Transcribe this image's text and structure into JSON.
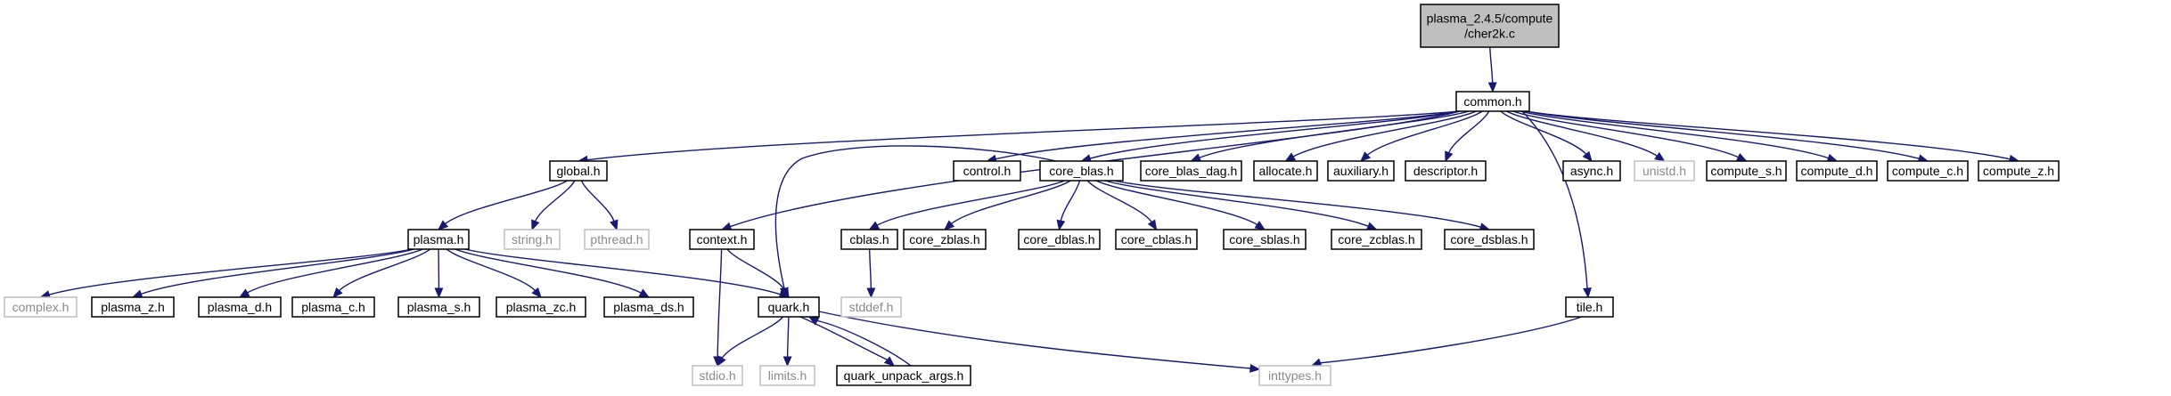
{
  "graph": {
    "nodes": [
      {
        "id": "root",
        "label": "plasma_2.4.5/compute\n/cher2k.c",
        "style": "root"
      },
      {
        "id": "common",
        "label": "common.h",
        "style": "normal"
      },
      {
        "id": "global",
        "label": "global.h",
        "style": "normal"
      },
      {
        "id": "control",
        "label": "control.h",
        "style": "normal"
      },
      {
        "id": "core_blas",
        "label": "core_blas.h",
        "style": "normal"
      },
      {
        "id": "core_blas_dag",
        "label": "core_blas_dag.h",
        "style": "normal"
      },
      {
        "id": "allocate",
        "label": "allocate.h",
        "style": "normal"
      },
      {
        "id": "auxiliary",
        "label": "auxiliary.h",
        "style": "normal"
      },
      {
        "id": "descriptor",
        "label": "descriptor.h",
        "style": "normal"
      },
      {
        "id": "async",
        "label": "async.h",
        "style": "normal"
      },
      {
        "id": "unistd",
        "label": "unistd.h",
        "style": "missing"
      },
      {
        "id": "compute_s",
        "label": "compute_s.h",
        "style": "normal"
      },
      {
        "id": "compute_d",
        "label": "compute_d.h",
        "style": "normal"
      },
      {
        "id": "compute_c",
        "label": "compute_c.h",
        "style": "normal"
      },
      {
        "id": "compute_z",
        "label": "compute_z.h",
        "style": "normal"
      },
      {
        "id": "plasma",
        "label": "plasma.h",
        "style": "normal"
      },
      {
        "id": "string",
        "label": "string.h",
        "style": "missing"
      },
      {
        "id": "pthread",
        "label": "pthread.h",
        "style": "missing"
      },
      {
        "id": "context",
        "label": "context.h",
        "style": "normal"
      },
      {
        "id": "cblas",
        "label": "cblas.h",
        "style": "normal"
      },
      {
        "id": "core_zblas",
        "label": "core_zblas.h",
        "style": "normal"
      },
      {
        "id": "core_dblas",
        "label": "core_dblas.h",
        "style": "normal"
      },
      {
        "id": "core_cblas",
        "label": "core_cblas.h",
        "style": "normal"
      },
      {
        "id": "core_sblas",
        "label": "core_sblas.h",
        "style": "normal"
      },
      {
        "id": "core_zcblas",
        "label": "core_zcblas.h",
        "style": "normal"
      },
      {
        "id": "core_dsblas",
        "label": "core_dsblas.h",
        "style": "normal"
      },
      {
        "id": "complex",
        "label": "complex.h",
        "style": "missing"
      },
      {
        "id": "plasma_z",
        "label": "plasma_z.h",
        "style": "normal"
      },
      {
        "id": "plasma_d",
        "label": "plasma_d.h",
        "style": "normal"
      },
      {
        "id": "plasma_c",
        "label": "plasma_c.h",
        "style": "normal"
      },
      {
        "id": "plasma_s",
        "label": "plasma_s.h",
        "style": "normal"
      },
      {
        "id": "plasma_zc",
        "label": "plasma_zc.h",
        "style": "normal"
      },
      {
        "id": "plasma_ds",
        "label": "plasma_ds.h",
        "style": "normal"
      },
      {
        "id": "quark",
        "label": "quark.h",
        "style": "normal"
      },
      {
        "id": "stddef",
        "label": "stddef.h",
        "style": "missing"
      },
      {
        "id": "tile",
        "label": "tile.h",
        "style": "normal"
      },
      {
        "id": "stdio",
        "label": "stdio.h",
        "style": "missing"
      },
      {
        "id": "limits",
        "label": "limits.h",
        "style": "missing"
      },
      {
        "id": "quark_unpack_args",
        "label": "quark_unpack_args.h",
        "style": "normal"
      },
      {
        "id": "inttypes",
        "label": "inttypes.h",
        "style": "missing"
      }
    ],
    "edges": [
      [
        "root",
        "common"
      ],
      [
        "common",
        "global"
      ],
      [
        "common",
        "control"
      ],
      [
        "common",
        "core_blas"
      ],
      [
        "common",
        "core_blas_dag"
      ],
      [
        "common",
        "allocate"
      ],
      [
        "common",
        "auxiliary"
      ],
      [
        "common",
        "descriptor"
      ],
      [
        "common",
        "async"
      ],
      [
        "common",
        "unistd"
      ],
      [
        "common",
        "compute_s"
      ],
      [
        "common",
        "compute_d"
      ],
      [
        "common",
        "compute_c"
      ],
      [
        "common",
        "compute_z"
      ],
      [
        "common",
        "context"
      ],
      [
        "common",
        "tile"
      ],
      [
        "global",
        "plasma"
      ],
      [
        "global",
        "string"
      ],
      [
        "global",
        "pthread"
      ],
      [
        "core_blas",
        "cblas"
      ],
      [
        "core_blas",
        "core_zblas"
      ],
      [
        "core_blas",
        "core_dblas"
      ],
      [
        "core_blas",
        "core_cblas"
      ],
      [
        "core_blas",
        "core_sblas"
      ],
      [
        "core_blas",
        "core_zcblas"
      ],
      [
        "core_blas",
        "core_dsblas"
      ],
      [
        "core_blas",
        "quark"
      ],
      [
        "plasma",
        "complex"
      ],
      [
        "plasma",
        "plasma_z"
      ],
      [
        "plasma",
        "plasma_d"
      ],
      [
        "plasma",
        "plasma_c"
      ],
      [
        "plasma",
        "plasma_s"
      ],
      [
        "plasma",
        "plasma_zc"
      ],
      [
        "plasma",
        "plasma_ds"
      ],
      [
        "plasma",
        "quark"
      ],
      [
        "context",
        "quark"
      ],
      [
        "context",
        "stdio"
      ],
      [
        "cblas",
        "stddef"
      ],
      [
        "quark",
        "stdio"
      ],
      [
        "quark",
        "limits"
      ],
      [
        "quark",
        "quark_unpack_args"
      ],
      [
        "quark",
        "inttypes"
      ],
      [
        "quark_unpack_args",
        "quark"
      ],
      [
        "tile",
        "inttypes"
      ]
    ]
  }
}
